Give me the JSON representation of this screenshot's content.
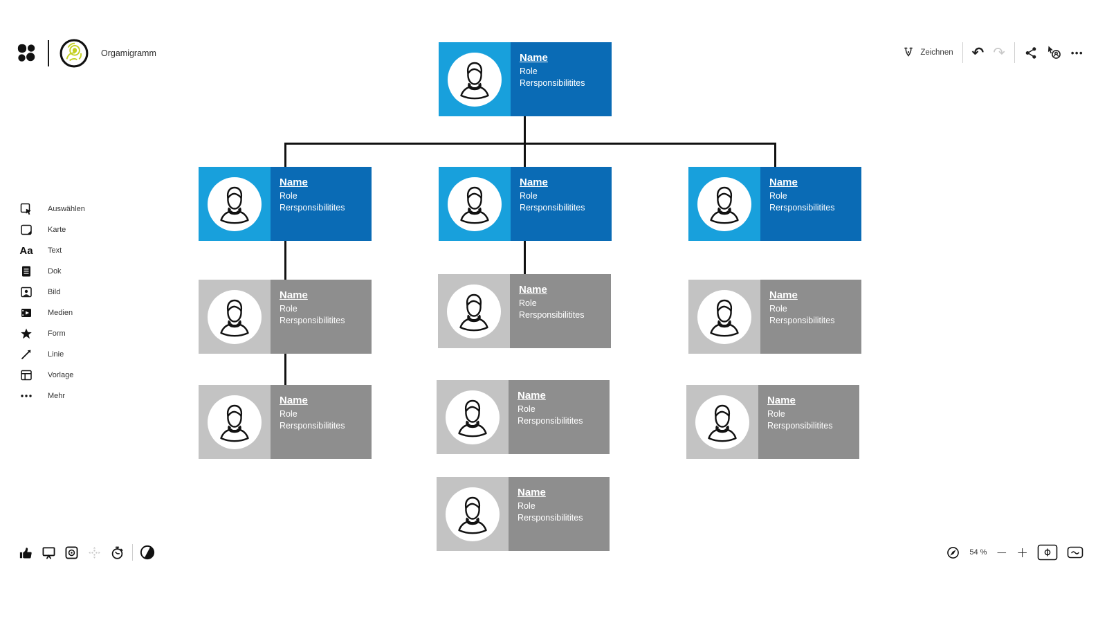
{
  "app": {
    "board_title": "Orgamigramm"
  },
  "top_right_toolbar": {
    "draw_label": "Zeichnen",
    "undo_glyph": "↶",
    "redo_glyph": "↷",
    "more_glyph": "•••"
  },
  "sidebar": {
    "text_tool_glyph": "Aa",
    "items": [
      {
        "label": "Auswählen"
      },
      {
        "label": "Karte"
      },
      {
        "label": "Text"
      },
      {
        "label": "Dok"
      },
      {
        "label": "Bild"
      },
      {
        "label": "Medien"
      },
      {
        "label": "Form"
      },
      {
        "label": "Linie"
      },
      {
        "label": "Vorlage"
      },
      {
        "label": "Mehr"
      }
    ]
  },
  "org_chart": {
    "card_text": {
      "name": "Name",
      "role": "Role",
      "responsibilities": "Rersponsibilitites"
    },
    "colors": {
      "blue_light": "#18A0DC",
      "blue_dark": "#0A6BB5",
      "gray_light": "#C3C3C3",
      "gray_dark": "#8E8E8E",
      "connector": "#111111"
    }
  },
  "bottom_right_toolbar": {
    "zoom_level": "54 %",
    "zoom_out_glyph": "−",
    "zoom_in_glyph": "+"
  }
}
